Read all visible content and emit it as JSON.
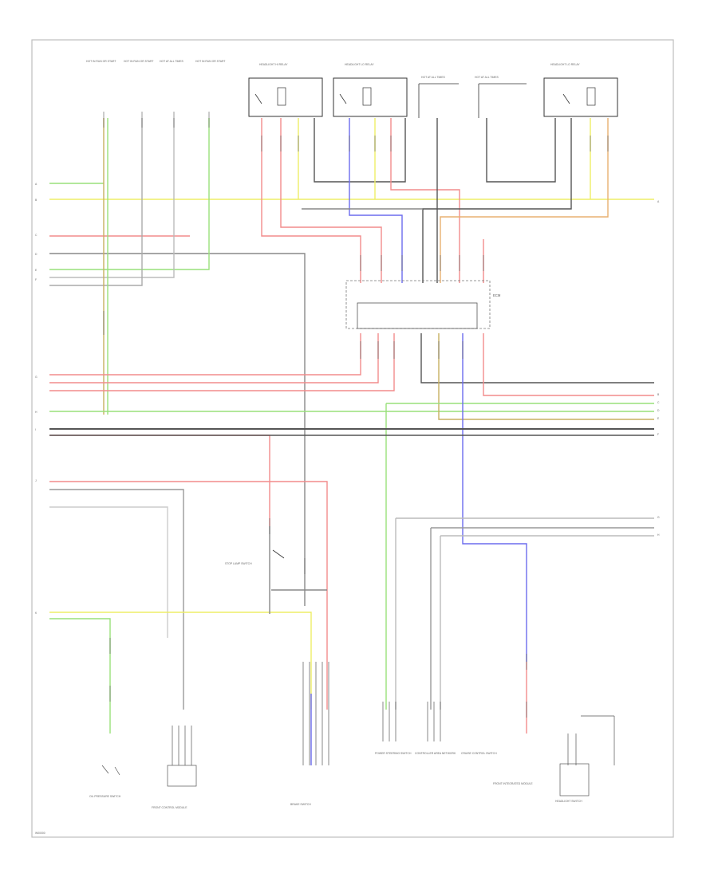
{
  "diagram": {
    "footer_code": "W00000",
    "right_edge_letters": [
      "A",
      "B",
      "C",
      "D",
      "E",
      "F",
      "G",
      "H"
    ],
    "left_edge_letters": [
      "A",
      "B",
      "C",
      "D",
      "E",
      "F",
      "G",
      "H",
      "I",
      "J",
      "K"
    ],
    "top_labels": {
      "fuse_1": "HOT IN RUN OR START",
      "fuse_2": "HOT IN RUN OR START",
      "fuse_3": "HOT AT ALL TIMES",
      "fuse_4": "HOT IN RUN OR START",
      "relay_1": "HEADLIGHT HI RELAY",
      "relay_2": "HEADLIGHT LO RELAY",
      "fuse_5": "HOT AT ALL TIMES",
      "fuse_6": "HOT AT ALL TIMES",
      "relay_3": "HEADLIGHT LO RELAY"
    },
    "control_module": "ECM",
    "bottom_components": {
      "c1": "OIL PRESSURE SWITCH",
      "c2": "FRONT CONTROL MODULE",
      "c3": "BRAKE SWITCH",
      "c4": "POWER STEERING SWITCH",
      "c5": "CONTROLLER AREA NETWORK",
      "c6": "CRUISE CONTROL SWITCH",
      "c7": "FRONT INTEGRATED MODULE",
      "c8": "HEADLIGHT SWITCH"
    },
    "middle_component": "STOP LAMP SWITCH",
    "colors": {
      "red": "#f28b8b",
      "yellow": "#eeee66",
      "green": "#99e07a",
      "blue": "#6b6bee",
      "black": "#555555",
      "gray": "#b0b0b0",
      "orange": "#e8b070"
    }
  }
}
